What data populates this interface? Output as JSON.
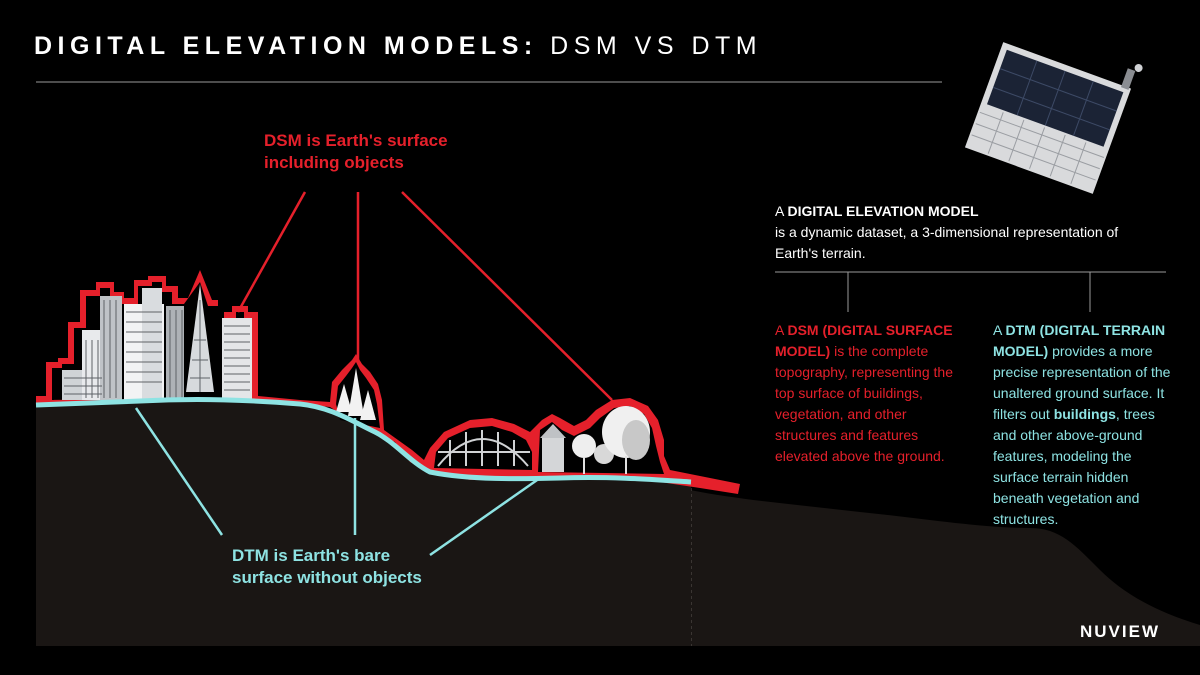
{
  "header": {
    "title_bold": "DIGITAL ELEVATION MODELS:",
    "title_light": "DSM VS DTM"
  },
  "callouts": {
    "dsm_line1": "DSM is Earth's surface",
    "dsm_line2": "including objects",
    "dtm_line1": "DTM is Earth's bare",
    "dtm_line2": "surface without objects"
  },
  "definition": {
    "prefix": "A",
    "term": "DIGITAL ELEVATION MODEL",
    "body": "is a dynamic dataset, a 3-dimensional representation of Earth's terrain."
  },
  "dsm_panel": {
    "prefix": "A",
    "term": "DSM (DIGITAL SURFACE MODEL)",
    "body": "is the complete topography, representing the top surface of buildings, vegetation, and other structures and features elevated above the ground."
  },
  "dtm_panel": {
    "prefix": "A",
    "term": "DTM (DIGITAL TERRAIN MODEL)",
    "body_1": "provides a more precise representation of the unaltered ground surface. It filters out",
    "emph": "buildings",
    "body_2": ", trees and other above-ground features, modeling the surface terrain hidden beneath vegetation and structures."
  },
  "brand": {
    "logo": "NUVIEW"
  },
  "colors": {
    "dsm_red": "#e5202b",
    "dtm_cyan": "#8ee3e3",
    "ground": "#1a1614",
    "background": "#000000"
  }
}
